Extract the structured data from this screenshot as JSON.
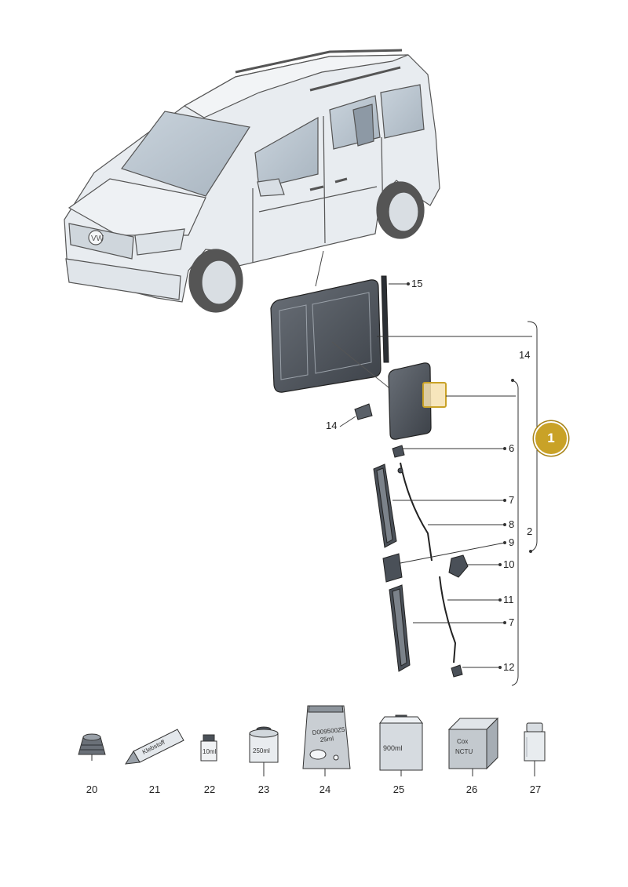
{
  "callout": {
    "label": "1"
  },
  "labels": {
    "p15": "15",
    "p14_right": "14",
    "p14_left": "14",
    "p6": "6",
    "p7_top": "7",
    "p8": "8",
    "p9": "9",
    "p2": "2",
    "p10": "10",
    "p11": "11",
    "p7_bottom": "7",
    "p12": "12"
  },
  "bottom_parts": [
    {
      "number": "20",
      "icon": "thread-bushing-icon"
    },
    {
      "number": "21",
      "icon": "adhesive-tube-icon"
    },
    {
      "number": "22",
      "icon": "small-bottle-icon"
    },
    {
      "number": "23",
      "icon": "can-icon"
    },
    {
      "number": "24",
      "icon": "pouch-icon"
    },
    {
      "number": "25",
      "icon": "canister-icon"
    },
    {
      "number": "26",
      "icon": "box-icon"
    },
    {
      "number": "27",
      "icon": "jar-icon"
    }
  ],
  "product_text": {
    "tube": "Klebstoff",
    "bottle": "10ml",
    "can": "250ml",
    "pouch_line1": "D009500Z5",
    "pouch_line2": "25ml",
    "canister": "900ml",
    "box_line1": "Cox",
    "box_line2": "NCTU"
  },
  "colors": {
    "callout": "#c9a227",
    "line": "#333333",
    "part_dark": "#4a5058",
    "vehicle_fill": "#e8ecf0"
  }
}
